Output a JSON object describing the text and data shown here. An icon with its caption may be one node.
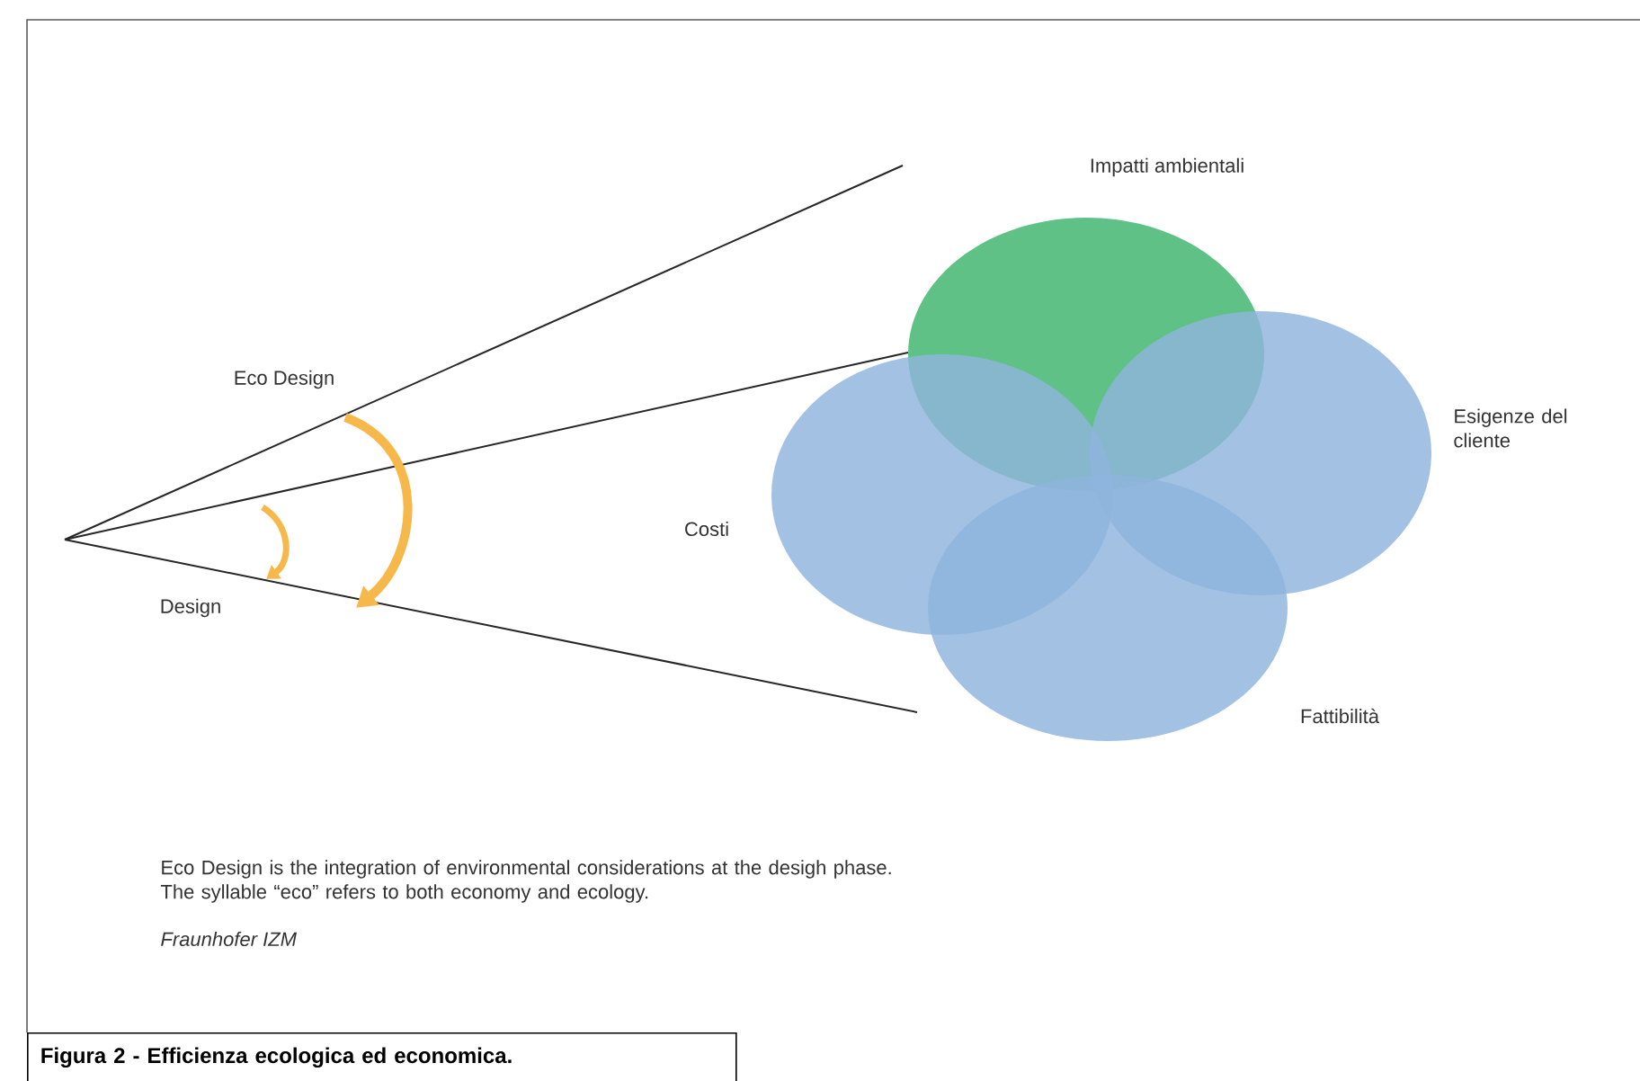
{
  "diagram": {
    "caption": "Figura 2 - Efficienza ecologica ed economica.",
    "nodes": [
      {
        "text": [
          "Impatti ambientali"
        ]
      },
      {
        "text": [
          "Costi"
        ]
      },
      {
        "text": [
          "Esigenze del cliente"
        ]
      },
      {
        "text": [
          "Fattibilità"
        ]
      }
    ],
    "labels": [
      "Eco Design",
      "Design",
      "Eco Design is the integration of environmental considerations at the desigh phase. The syllable “eco” refers to both economy and ecology.",
      "Fraunhofer IZM"
    ]
  }
}
